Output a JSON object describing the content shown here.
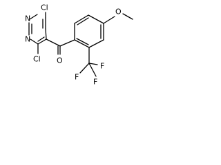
{
  "molecule": {
    "atoms": {
      "n_top": "N",
      "n_left": "N",
      "cl_top": "Cl",
      "cl_bottom": "Cl",
      "o_carbonyl": "O",
      "o_methoxy": "O",
      "f_a": "F",
      "f_b": "F",
      "f_c": "F"
    }
  }
}
